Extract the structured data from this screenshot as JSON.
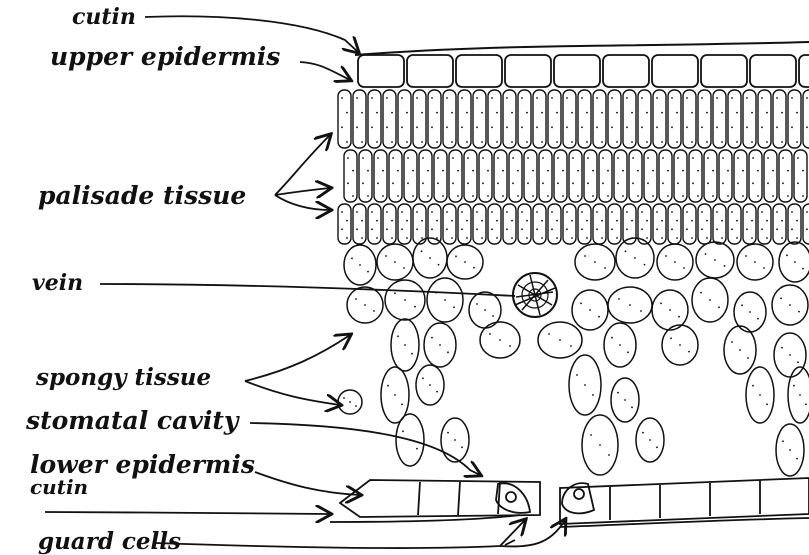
{
  "labels": {
    "cutin_top": "cutin",
    "upper_epidermis": "upper epidermis",
    "palisade": "palisade tissue",
    "vein": "vein",
    "spongy": "spongy tissue",
    "stomatal": "stomatal cavity",
    "lower_epidermis": "lower epidermis",
    "cutin_bottom": "cutin",
    "guard_cells": "guard cells"
  },
  "colors": {
    "ink": "#111111",
    "paper": "#ffffff"
  }
}
